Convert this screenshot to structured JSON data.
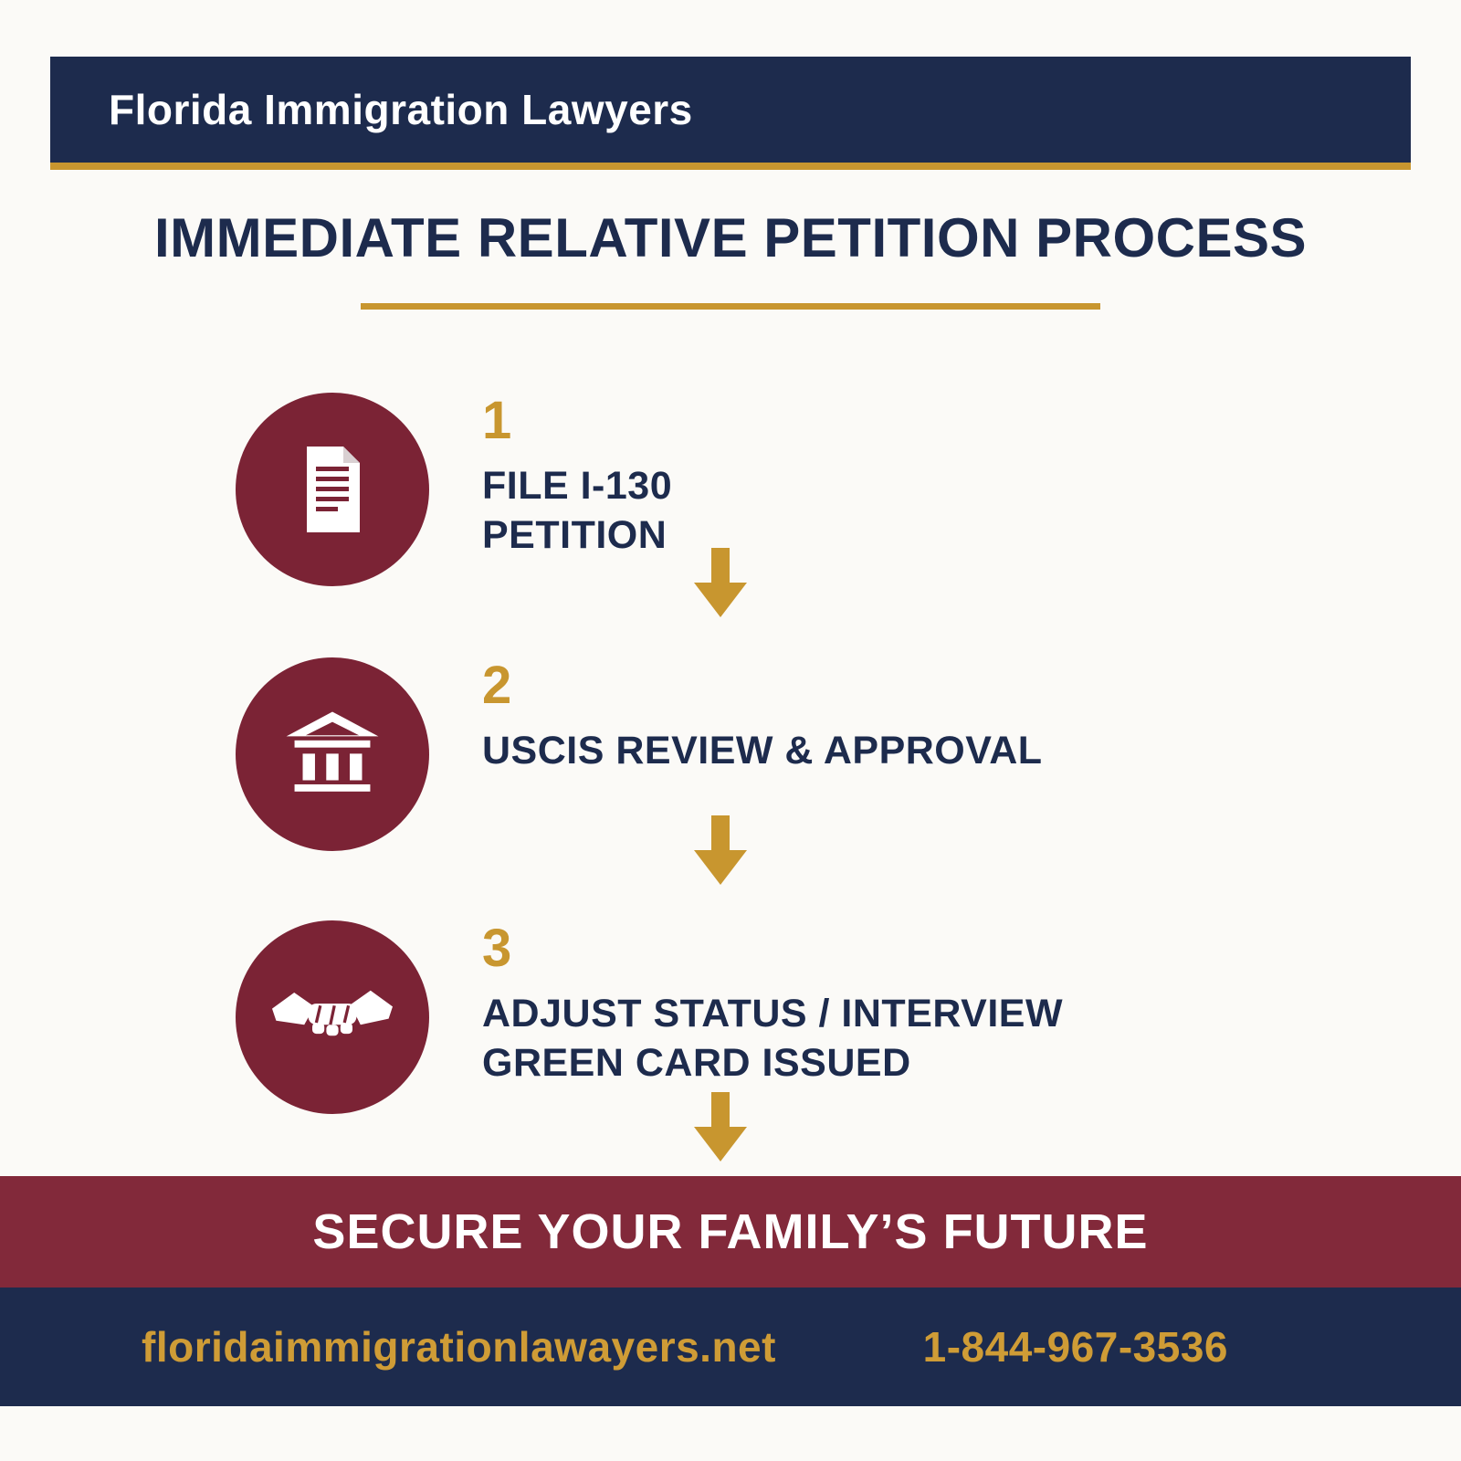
{
  "header": {
    "brand": "Florida Immigration Lawyers"
  },
  "title": "IMMEDIATE RELATIVE PETITION PROCESS",
  "steps": [
    {
      "number": "1",
      "icon": "document-icon",
      "lines": [
        "FILE I-130",
        "PETITION"
      ]
    },
    {
      "number": "2",
      "icon": "bank-icon",
      "lines": [
        "USCIS REVIEW & APPROVAL"
      ]
    },
    {
      "number": "3",
      "icon": "handshake-icon",
      "lines": [
        "ADJUST STATUS / INTERVIEW",
        "GREEN CARD ISSUED"
      ]
    }
  ],
  "banner": {
    "text": "SECURE YOUR FAMILY’S FUTURE"
  },
  "footer": {
    "website": "floridaimmigrationlawayers.net",
    "phone": "1-844-967-3536"
  },
  "colors": {
    "navy": "#1d2b4d",
    "maroon": "#7b2335",
    "banner_maroon": "#82293a",
    "gold": "#c8962f",
    "background": "#fbfaf7",
    "white": "#ffffff"
  }
}
